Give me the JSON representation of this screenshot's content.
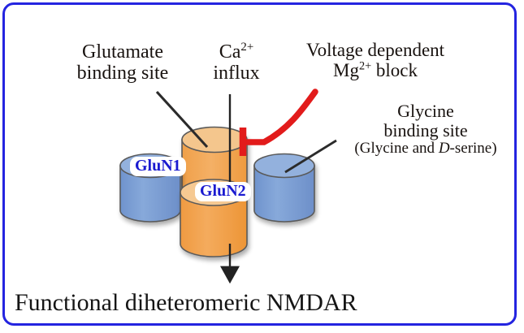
{
  "figure": {
    "caption": "Functional diheteromeric NMDAR",
    "border_color": "#2424e0",
    "background": "#ffffff"
  },
  "annotations": {
    "glutamate": {
      "line1": "Glutamate",
      "line2": "binding site"
    },
    "calcium": {
      "ion": "Ca",
      "charge": "2+",
      "line2": "influx"
    },
    "magnesium": {
      "line1": "Voltage dependent",
      "ion": "Mg",
      "charge": "2+",
      "block_word": "block"
    },
    "glycine": {
      "line1": "Glycine",
      "line2": "binding site",
      "paren_open": "(Glycine and ",
      "d_italic": "D",
      "paren_close": "-serine)"
    }
  },
  "subunits": [
    {
      "id": "glun1-left",
      "label": "GluN1",
      "color_top": "#93b1dd",
      "color_body": "#7b9dd4",
      "role": "glycine-binding"
    },
    {
      "id": "glun1-right",
      "label": "",
      "color_top": "#93b1dd",
      "color_body": "#7b9dd4",
      "role": "glycine-binding"
    },
    {
      "id": "glun2-back",
      "label": "",
      "color_top": "#f4c68d",
      "color_body": "#f0a04b",
      "role": "glutamate-binding"
    },
    {
      "id": "glun2-front",
      "label": "GluN2",
      "color_top": "#f6c992",
      "color_body": "#f0a04b",
      "role": "glutamate-binding"
    }
  ],
  "graphics": {
    "label_text_color": "#1a1ad0",
    "block_symbol_color": "#e21b1b",
    "leader_line_color": "#2b2b2b",
    "ion_flux_arrow_color": "#222222",
    "outline_color": "#5a5a5a"
  }
}
